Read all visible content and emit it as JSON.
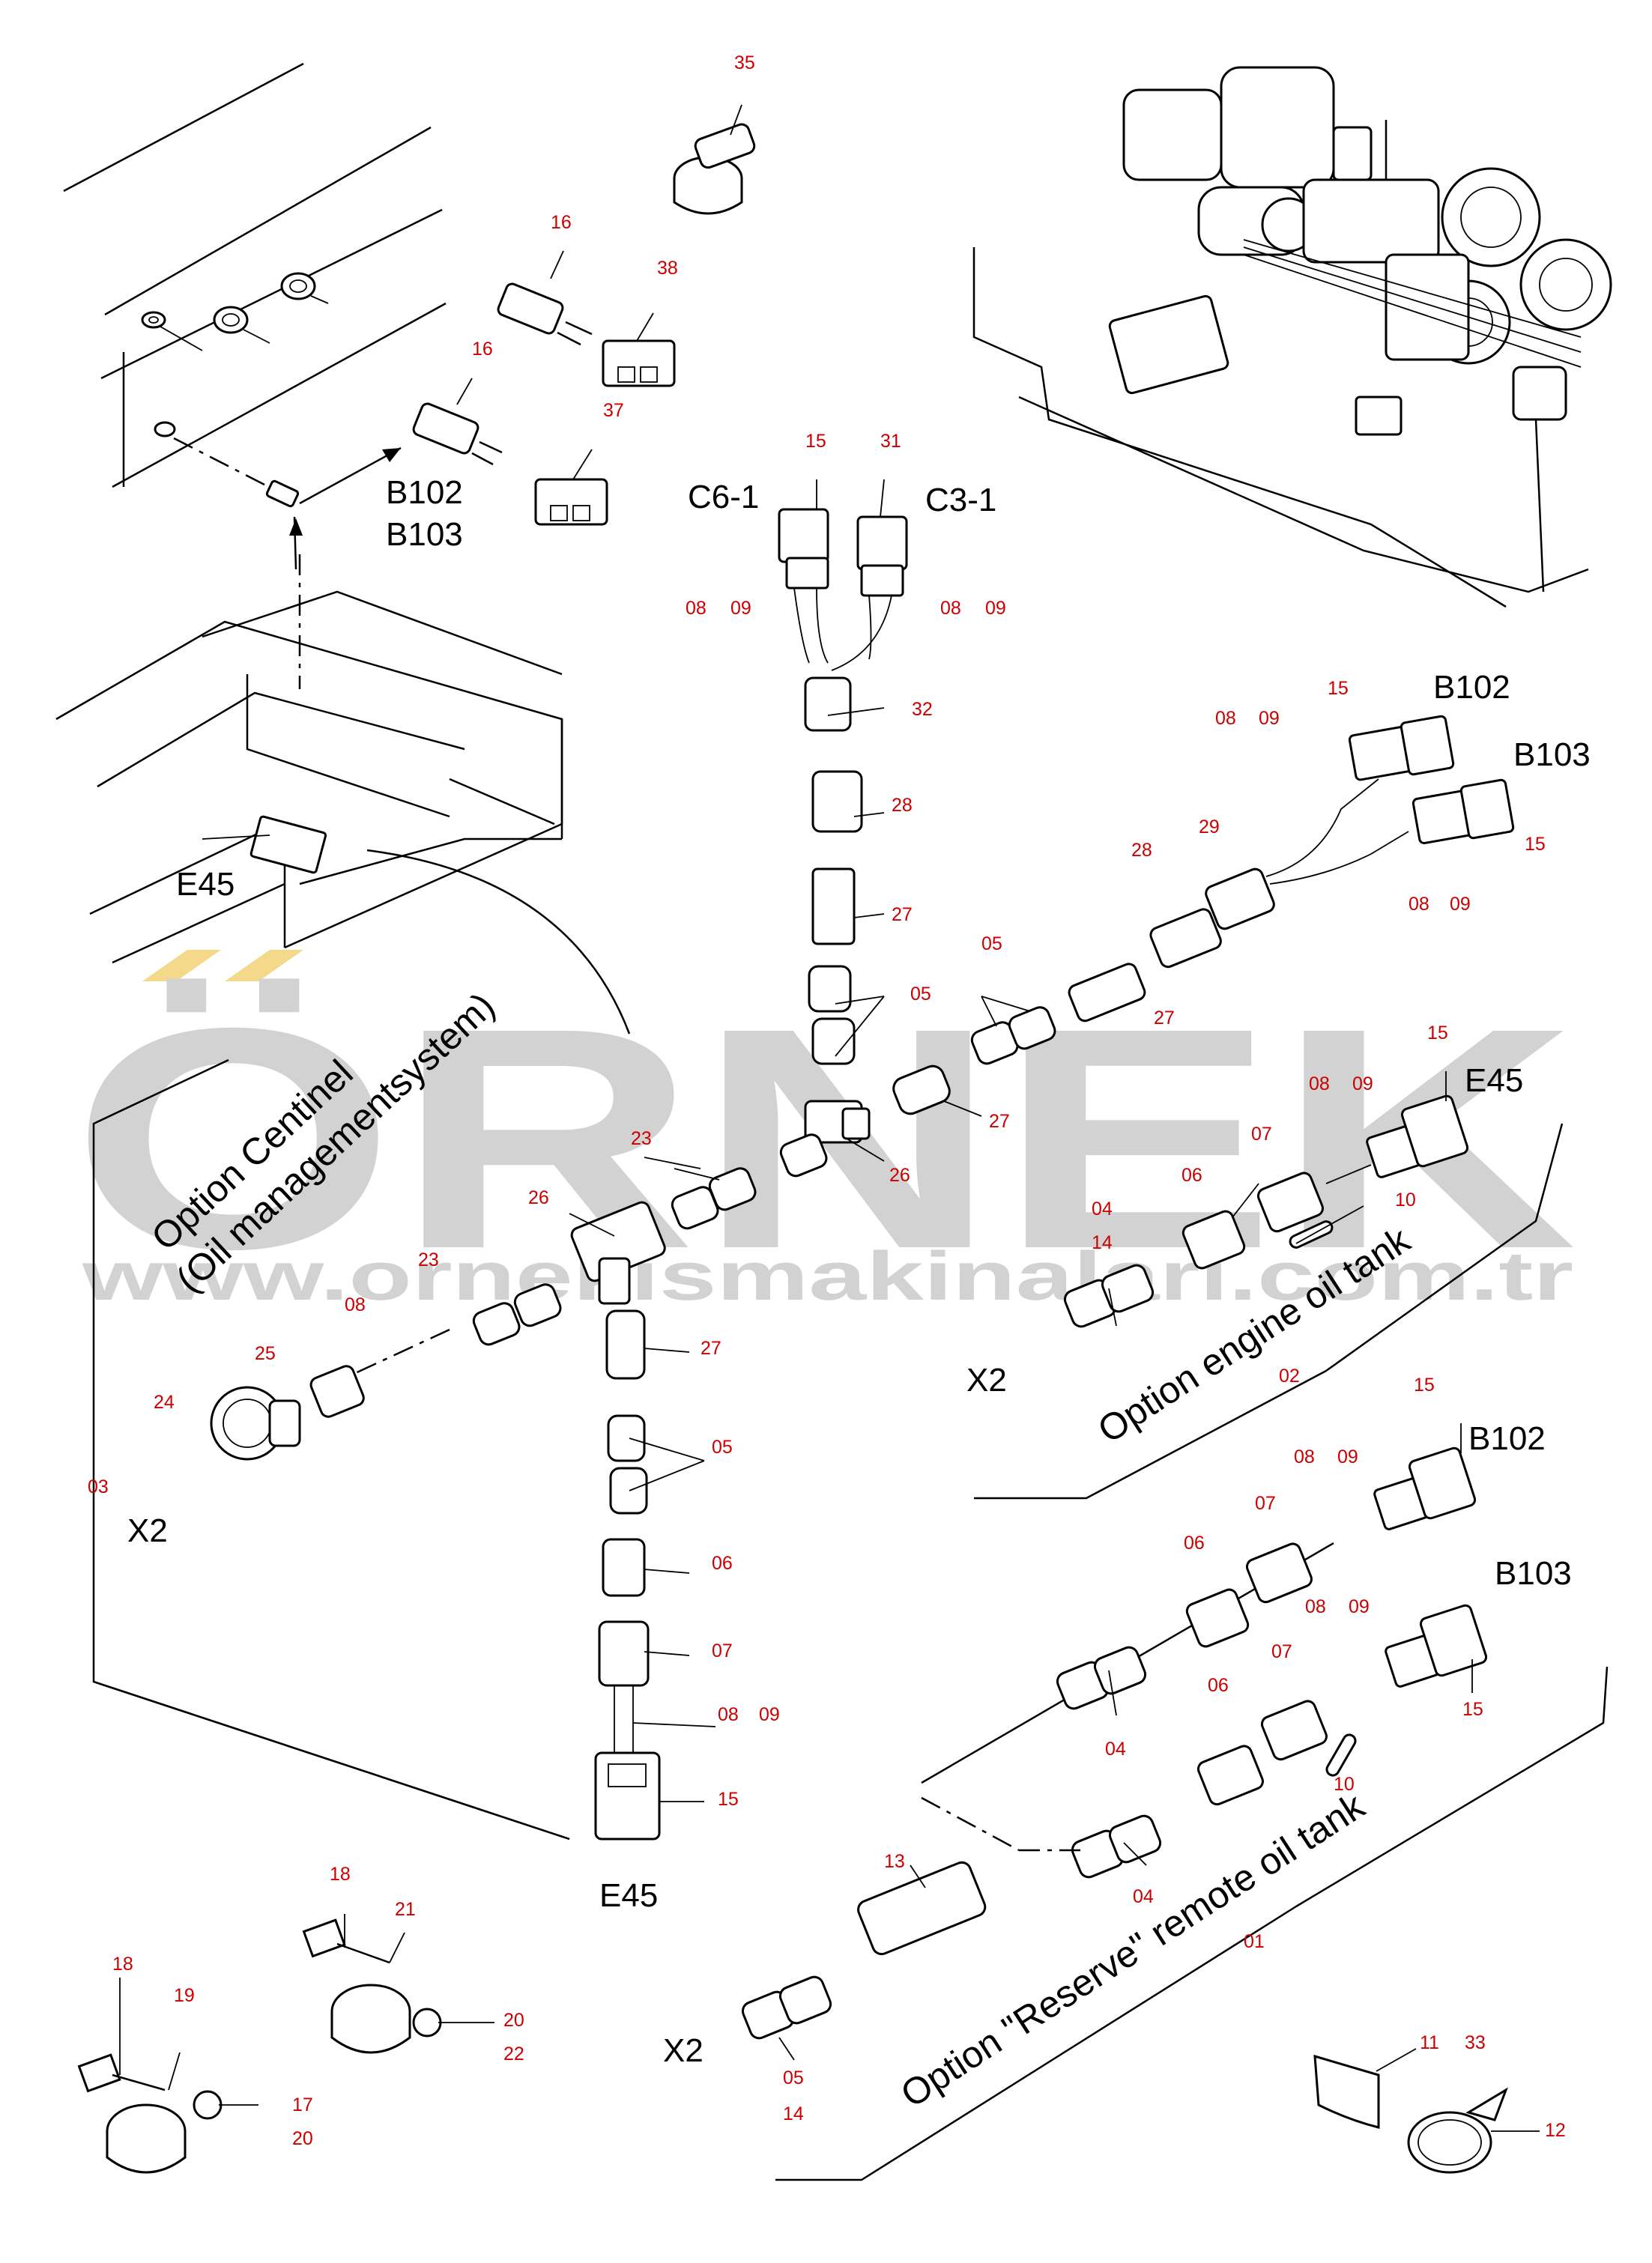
{
  "watermark": {
    "brand": "ÖRNEK",
    "url": "www.ornekismakinalari.com.tr",
    "accent_color": "#f5d98a",
    "text_color": "#d2d2d2"
  },
  "options": {
    "centinel_line1": "Option Centinel",
    "centinel_line2": "(Oil managementsystem)",
    "engine_oil_tank": "Option engine oil tank",
    "remote_oil_tank": "Option \"Reserve\" remote oil tank"
  },
  "labels": {
    "b102_left": "B102",
    "b103_left": "B103",
    "c6_1": "C6-1",
    "c3_1": "C3-1",
    "e45_left": "E45",
    "b102_right1": "B102",
    "b103_right1": "B103",
    "e45_right": "E45",
    "x2_left": "X2",
    "x2_mid": "X2",
    "b102_right2": "B102",
    "b103_right2": "B103",
    "e45_bottom": "E45",
    "x2_bottom": "X2"
  },
  "callouts": {
    "n35": "35",
    "n16a": "16",
    "n16b": "16",
    "n38": "38",
    "n37": "37",
    "n15a": "15",
    "n31": "31",
    "n08a": "08",
    "n09a": "09",
    "n08b": "08",
    "n09b": "09",
    "n32": "32",
    "n28a": "28",
    "n27a": "27",
    "n05a": "05",
    "n15b": "15",
    "n08c": "08",
    "n09c": "09",
    "n15c": "15",
    "n08d": "08",
    "n09d": "09",
    "n29": "29",
    "n28b": "28",
    "n27b": "27",
    "n05b": "05",
    "n27c": "27",
    "n26a": "26",
    "n23a": "23",
    "n26b": "26",
    "n23b": "23",
    "n08e": "08",
    "n25": "25",
    "n24": "24",
    "n03": "03",
    "n27d": "27",
    "n05c": "05",
    "n06a": "06",
    "n07a": "07",
    "n08f": "08",
    "n09f": "09",
    "n15d": "15",
    "n15e": "15",
    "n08g": "08",
    "n09g": "09",
    "n07b": "07",
    "n06b": "06",
    "n04a": "04",
    "n14a": "14",
    "n10a": "10",
    "n02": "02",
    "n15f": "15",
    "n08h": "08",
    "n09h": "09",
    "n07c": "07",
    "n06c": "06",
    "n04b": "04",
    "n08i": "08",
    "n09i": "09",
    "n07d": "07",
    "n06d": "06",
    "n15g": "15",
    "n10b": "10",
    "n04c": "04",
    "n13": "13",
    "n01": "01",
    "n05d": "05",
    "n14b": "14",
    "n18a": "18",
    "n21": "21",
    "n20a": "20",
    "n22": "22",
    "n18b": "18",
    "n19": "19",
    "n17": "17",
    "n20b": "20",
    "n11": "11",
    "n33": "33",
    "n12": "12"
  }
}
